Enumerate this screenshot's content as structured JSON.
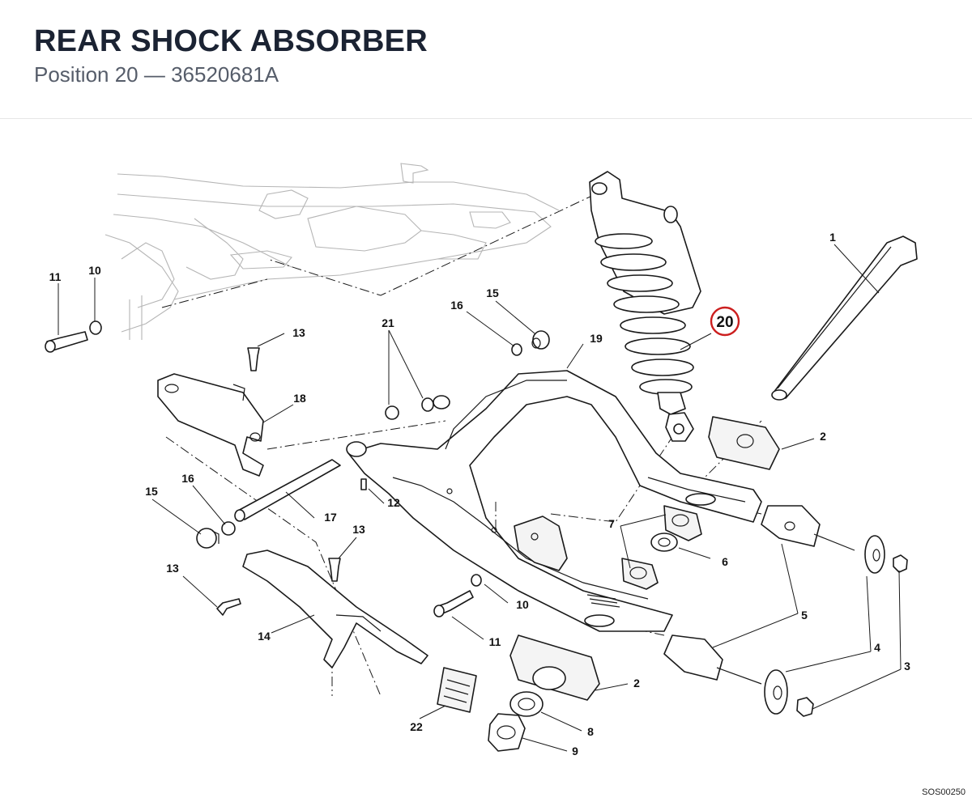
{
  "header": {
    "title": "REAR SHOCK ABSORBER",
    "subtitle": "Position 20 — 36520681A"
  },
  "highlight": {
    "number": "20",
    "color": "#cc1f1f"
  },
  "callouts": [
    {
      "id": "c1",
      "number": "1"
    },
    {
      "id": "c2a",
      "number": "2"
    },
    {
      "id": "c2b",
      "number": "2"
    },
    {
      "id": "c3",
      "number": "3"
    },
    {
      "id": "c4",
      "number": "4"
    },
    {
      "id": "c5",
      "number": "5"
    },
    {
      "id": "c6",
      "number": "6"
    },
    {
      "id": "c7",
      "number": "7"
    },
    {
      "id": "c8",
      "number": "8"
    },
    {
      "id": "c9",
      "number": "9"
    },
    {
      "id": "c10a",
      "number": "10"
    },
    {
      "id": "c10b",
      "number": "10"
    },
    {
      "id": "c11a",
      "number": "11"
    },
    {
      "id": "c11b",
      "number": "11"
    },
    {
      "id": "c12",
      "number": "12"
    },
    {
      "id": "c13a",
      "number": "13"
    },
    {
      "id": "c13b",
      "number": "13"
    },
    {
      "id": "c13c",
      "number": "13"
    },
    {
      "id": "c14",
      "number": "14"
    },
    {
      "id": "c15a",
      "number": "15"
    },
    {
      "id": "c15b",
      "number": "15"
    },
    {
      "id": "c16a",
      "number": "16"
    },
    {
      "id": "c16b",
      "number": "16"
    },
    {
      "id": "c17",
      "number": "17"
    },
    {
      "id": "c18",
      "number": "18"
    },
    {
      "id": "c19",
      "number": "19"
    },
    {
      "id": "c21",
      "number": "21"
    },
    {
      "id": "c22",
      "number": "22"
    }
  ],
  "footer": {
    "code": "SOS00250"
  }
}
